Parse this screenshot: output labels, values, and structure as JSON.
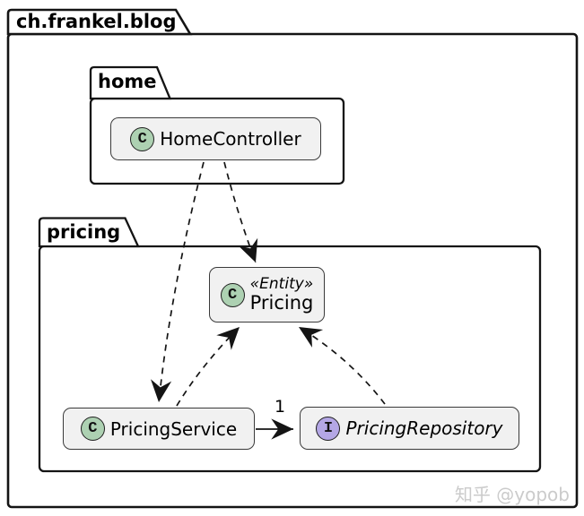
{
  "packages": {
    "outer": {
      "name": "ch.frankel.blog"
    },
    "home": {
      "name": "home"
    },
    "pricing": {
      "name": "pricing"
    }
  },
  "classes": {
    "home_controller": {
      "letter": "C",
      "name": "HomeController",
      "kind": "class"
    },
    "pricing_entity": {
      "letter": "C",
      "stereotype": "«Entity»",
      "name": "Pricing",
      "kind": "class"
    },
    "pricing_service": {
      "letter": "C",
      "name": "PricingService",
      "kind": "class"
    },
    "pricing_repository": {
      "letter": "I",
      "name": "PricingRepository",
      "kind": "interface"
    }
  },
  "edges": {
    "home_to_pricing": {
      "type": "dashed-arrow",
      "from": "HomeController",
      "to": "Pricing"
    },
    "home_to_service": {
      "type": "dashed-arrow",
      "from": "HomeController",
      "to": "PricingService"
    },
    "service_to_pricing": {
      "type": "dashed-arrow",
      "from": "PricingService",
      "to": "Pricing"
    },
    "repository_to_pricing": {
      "type": "dashed-arrow",
      "from": "PricingRepository",
      "to": "Pricing"
    },
    "service_to_repository": {
      "type": "solid-arrow",
      "from": "PricingService",
      "to": "PricingRepository",
      "label": "1"
    }
  },
  "colors": {
    "class_circle": "#ADD1B2",
    "interface_circle": "#B4A7E5",
    "class_box_fill": "#F1F1F1",
    "outline": "#141414",
    "watermark_text": "#CBCBCB"
  },
  "watermark": {
    "text": "知乎 @yopob"
  }
}
